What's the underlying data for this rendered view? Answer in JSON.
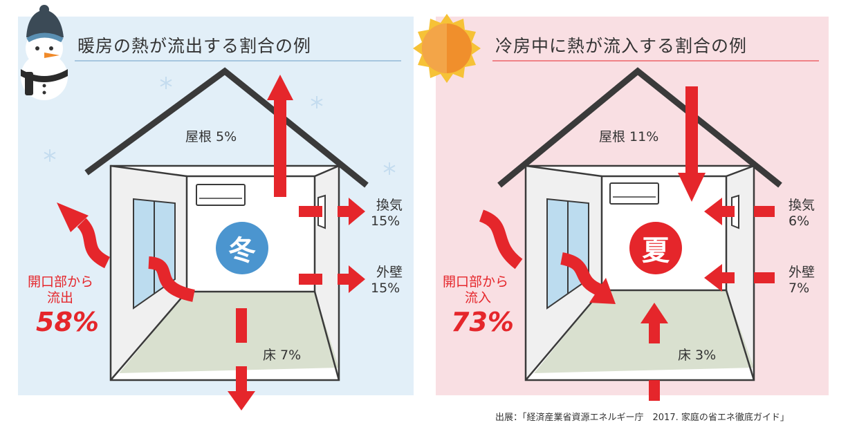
{
  "winter": {
    "title": "暖房の熱が流出する割合の例",
    "season_label": "冬",
    "roof": "屋根 5%",
    "ventilation_name": "換気",
    "ventilation_value": "15%",
    "wall_name": "外壁",
    "wall_value": "15%",
    "openings_line1": "開口部から",
    "openings_line2": "流出",
    "openings_value": "58%",
    "floor": "床 7%",
    "colors": {
      "background": "#e2eff8",
      "badge": "#4b95cf"
    }
  },
  "summer": {
    "title": "冷房中に熱が流入する割合の例",
    "season_label": "夏",
    "roof": "屋根 11%",
    "ventilation_name": "換気",
    "ventilation_value": "6%",
    "wall_name": "外壁",
    "wall_value": "7%",
    "openings_line1": "開口部から",
    "openings_line2": "流入",
    "openings_value": "73%",
    "floor": "床 3%",
    "colors": {
      "background": "#f9dfe3",
      "badge": "#e5262b"
    }
  },
  "source": "出展：「経済産業省資源エネルギー庁　2017. 家庭の省エネ徹底ガイド」",
  "colors": {
    "arrow": "#e5262b",
    "house_outline": "#3a3a3a",
    "floor": "#d9e0cf"
  },
  "icons": {
    "winter": "snowman-icon",
    "summer": "sun-icon"
  }
}
